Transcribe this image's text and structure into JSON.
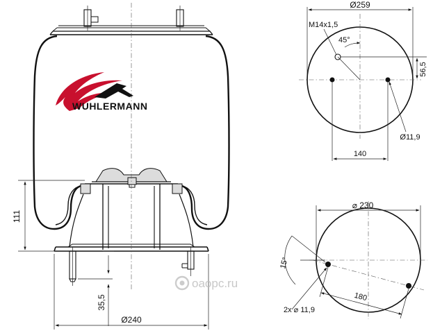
{
  "brand": {
    "name": "WUHLERMANN",
    "primary_color": "#c8102e",
    "accent_color": "#111111"
  },
  "watermark": {
    "text": "оаорс.ru"
  },
  "side_view": {
    "dims": {
      "height": "111",
      "offset": "35,5",
      "diameter": "Ø240"
    }
  },
  "top_view": {
    "dims": {
      "diameter": "Ø259",
      "thread": "M14x1,5",
      "angle": "45°",
      "offset": "56,5",
      "hole": "Ø11,9",
      "spacing": "140"
    }
  },
  "bottom_view": {
    "dims": {
      "diameter": "⌀ 230",
      "angle": "15°",
      "spacing": "180",
      "holes": "2x ⌀ 11,9"
    }
  }
}
